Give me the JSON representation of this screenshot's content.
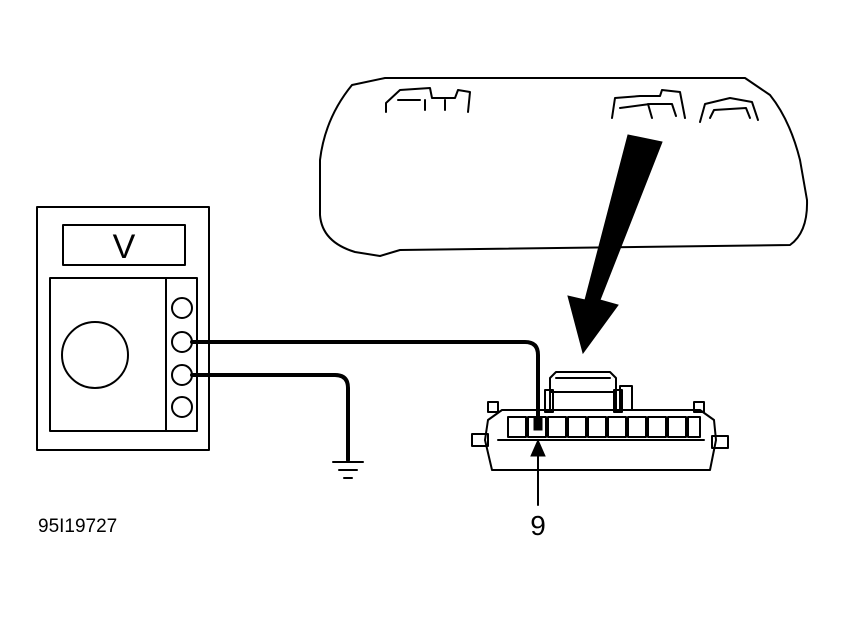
{
  "meter": {
    "display_symbol": "V"
  },
  "connector": {
    "terminal_callout": "9"
  },
  "figure_code": "95I19727",
  "icons": [
    "multimeter-icon",
    "ground-symbol-icon",
    "connector-icon",
    "instrument-cluster-icon",
    "arrow-icon"
  ]
}
